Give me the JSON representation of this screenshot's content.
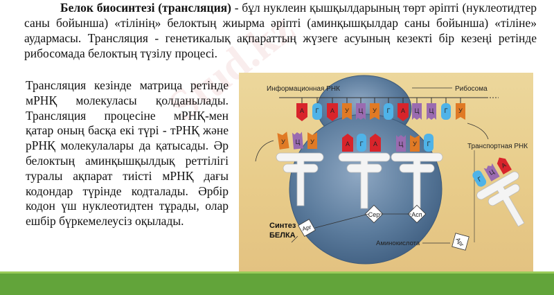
{
  "intro": {
    "bold_term": "Белок биосинтезі (трансляция)",
    "text": " - бұл нуклеин қышқылдарының төрт әріпті (нуклеотидтер саны бойынша) «тілінің» белоктың жиырма әріпті (аминқышқылдар саны бойынша) «тіліне» аудармасы. Трансляция - генетикалық ақпараттың жүзеге асуының кезекті бір кезеңі ретінде рибосомада белоктың түзілу процесі."
  },
  "side_text": "Трансляция кезінде матрица ретінде мРНҚ молекуласы қолданылады. Трансляция процесіне мРНҚ-мен қатар оның басқа екі түрі - тРНҚ және рРНҚ молекулалары да қатысады. Әр белоктың аминқышқылдық реттілігі туралы ақпарат тиісті мРНҚ дағы кодондар түрінде кодталады. Әрбір кодон үш нуклеотидтен тұрады, олар ешбір бүркемелеусіз оқылады.",
  "figure": {
    "labels": {
      "mrna": "Информационная РНК",
      "ribosome": "Рибосома",
      "trna": "Транспортная РНК",
      "amino_acid": "Аминокислота",
      "synthesis_line1": "Синтез",
      "synthesis_line2": "БЕЛКА"
    },
    "mrna_codons": [
      "А",
      "Г",
      "А",
      "У",
      "Ц",
      "У",
      "Г",
      "А",
      "Ц",
      "Ц",
      "Г",
      "У"
    ],
    "trna_left_anticodon": [
      "У",
      "Ц",
      "У"
    ],
    "trna_inner1_anticodon": [
      "А",
      "Г",
      "А"
    ],
    "trna_inner2_anticodon": [
      "Ц",
      "У",
      "Г"
    ],
    "trna_right_anticodon": [
      "Г",
      "Ц",
      "А"
    ],
    "amino_acids": {
      "left": "Арг",
      "inner1": "Сер",
      "inner2": "Асп",
      "right": "Арг"
    },
    "colors": {
      "A": "#d8242b",
      "G": "#4fb3e8",
      "U": "#e07a25",
      "C": "#9a6bb0",
      "ribosome": "#5f7f9f",
      "background": "#e8cc8a"
    }
  },
  "watermark": "Stud.kz",
  "footer_color": "#62a43a"
}
